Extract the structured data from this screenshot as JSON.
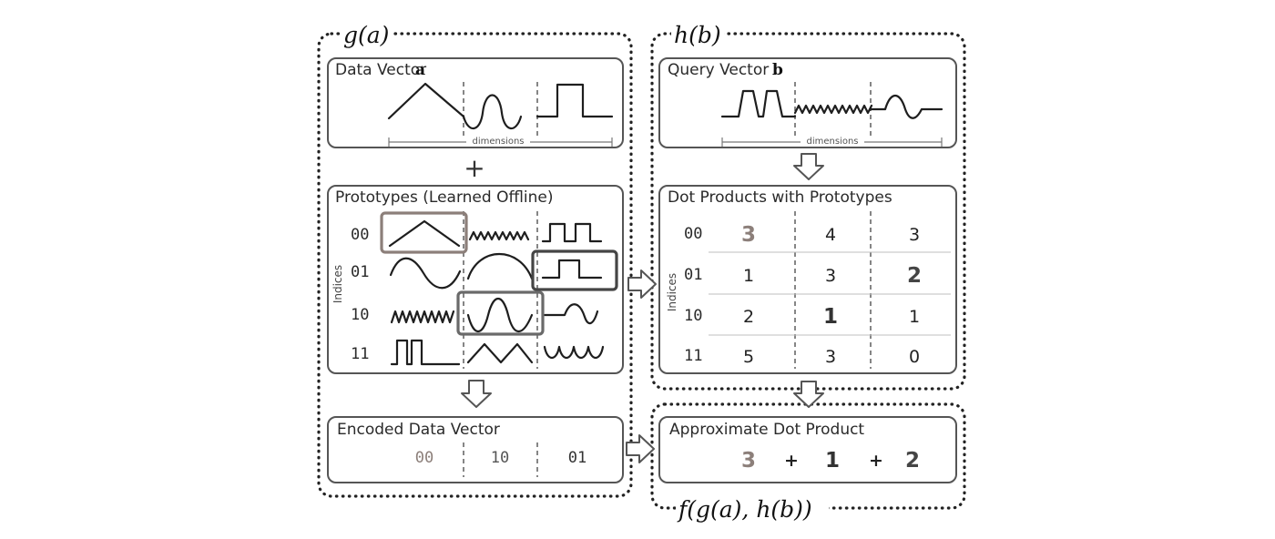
{
  "labels": {
    "left_func": "g(a)",
    "right_func": "h(b)",
    "bottom_func": "f(g(a), h(b))",
    "plus": "+",
    "dimensions": "dimensions",
    "indices": "Indices"
  },
  "panels": {
    "data_vector": "Data Vector",
    "data_vector_symbol": "a",
    "prototypes": "Prototypes (Learned Offline)",
    "encoded": "Encoded Data Vector",
    "query_vector": "Query Vector",
    "query_vector_symbol": "b",
    "dot_products": "Dot Products with Prototypes",
    "approx": "Approximate Dot Product"
  },
  "prototype_rows": [
    "00",
    "01",
    "10",
    "11"
  ],
  "encoded_codes": [
    "00",
    "10",
    "01"
  ],
  "dot_table": {
    "rows": [
      {
        "index": "00",
        "values": [
          "3",
          "4",
          "3"
        ]
      },
      {
        "index": "01",
        "values": [
          "1",
          "3",
          "2"
        ]
      },
      {
        "index": "10",
        "values": [
          "2",
          "1",
          "1"
        ]
      },
      {
        "index": "11",
        "values": [
          "5",
          "3",
          "0"
        ]
      }
    ]
  },
  "approx": {
    "terms": [
      "3",
      "1",
      "2"
    ],
    "operators": [
      "+",
      "+"
    ]
  },
  "colors": {
    "highlight_a": "#8c7f7a",
    "highlight_b": "#454545",
    "highlight_c": "#6a6a6a"
  }
}
